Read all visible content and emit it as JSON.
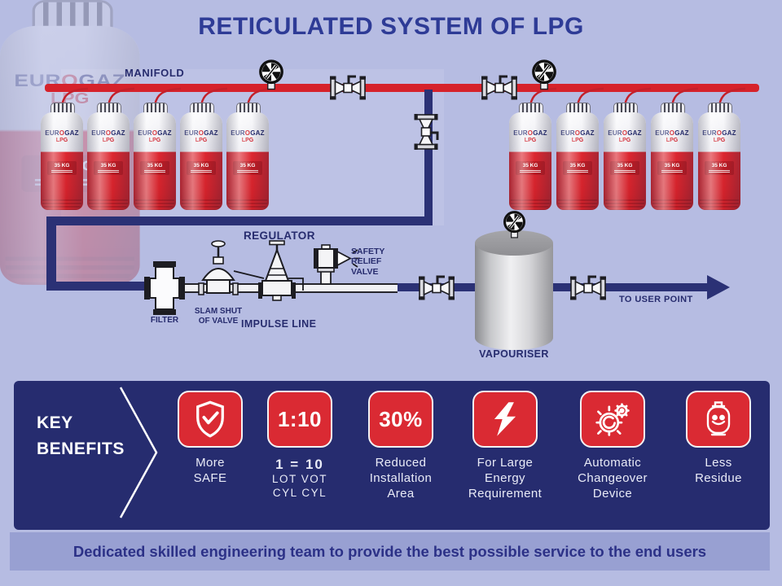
{
  "title": "RETICULATED SYSTEM OF LPG",
  "colors": {
    "background": "#b6bce2",
    "panel_navy": "#262c6f",
    "tile_red": "#da2a33",
    "pipe_red": "#d6222b",
    "pipe_navy": "#2b3175",
    "title_navy": "#2e3b96",
    "banner_bg": "#98a0d2"
  },
  "diagram": {
    "manifold_label": "MANIFOLD",
    "left_rack_count": 5,
    "right_rack_count": 5,
    "cylinder": {
      "brand_left": "EUR",
      "brand_o": "O",
      "brand_right": "GAZ",
      "sub": "LPG",
      "weight": "35 KG"
    },
    "labels": {
      "regulator": "REGULATOR",
      "safety_relief_valve": [
        "SAFETY",
        "RELIEF",
        "VALVE"
      ],
      "filter": "FILTER",
      "slam_shut": [
        "SLAM SHUT",
        "OF VALVE"
      ],
      "impulse_line": "IMPULSE LINE",
      "vapouriser": "VAPOURISER",
      "to_user_point": "TO USER POINT"
    }
  },
  "benefits": {
    "heading": [
      "KEY",
      "BENEFITS"
    ],
    "items": [
      {
        "icon": "shield-check-icon",
        "tile_text": "",
        "label_lines": [
          "More",
          "SAFE"
        ],
        "bold_first": false
      },
      {
        "icon": "",
        "tile_text": "1:10",
        "label_lines": [
          "1 = 10",
          "LOT VOT",
          "CYL CYL"
        ],
        "bold_first": true
      },
      {
        "icon": "",
        "tile_text": "30%",
        "label_lines": [
          "Reduced",
          "Installation",
          "Area"
        ],
        "bold_first": false
      },
      {
        "icon": "lightning-icon",
        "tile_text": "",
        "label_lines": [
          "For Large",
          "Energy",
          "Requirement"
        ],
        "bold_first": false
      },
      {
        "icon": "gears-icon",
        "tile_text": "",
        "label_lines": [
          "Automatic",
          "Changeover",
          "Device"
        ],
        "bold_first": false
      },
      {
        "icon": "cylinder-smile-icon",
        "tile_text": "",
        "label_lines": [
          "Less",
          "Residue"
        ],
        "bold_first": false
      }
    ]
  },
  "footer": {
    "text": "Dedicated skilled engineering team to provide the best possible service to the end users"
  }
}
